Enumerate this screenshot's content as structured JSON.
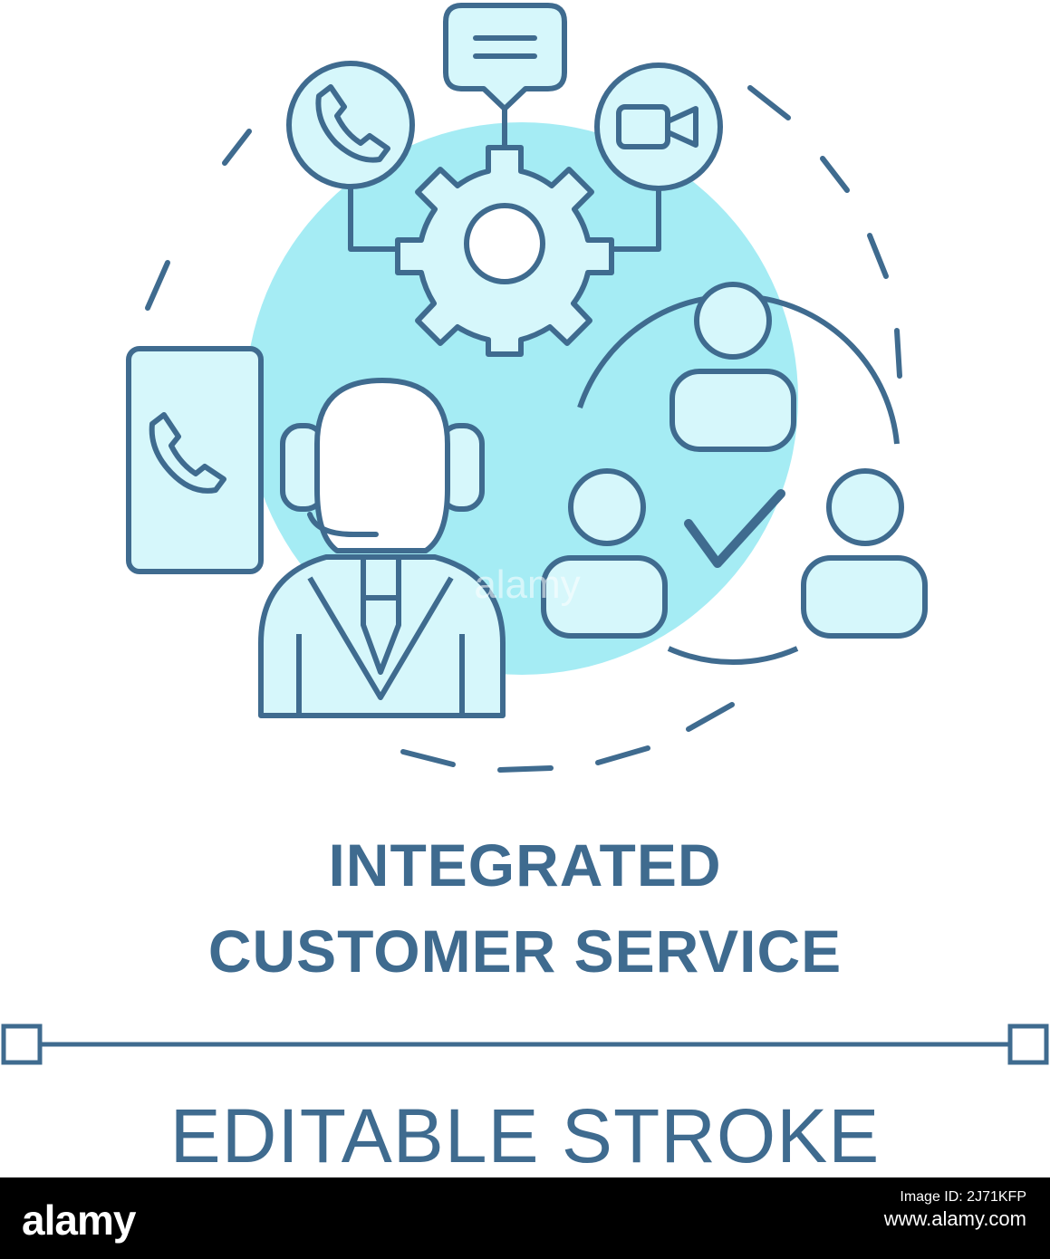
{
  "colors": {
    "stroke": "#3f6b8f",
    "fill_light": "#d6f7fb",
    "fill_mid": "#a5ecf4",
    "background": "#ffffff",
    "footer_bg": "#000000",
    "footer_text": "#ffffff"
  },
  "icons": [
    "phone-icon",
    "chat-bubble-icon",
    "video-camera-icon",
    "gear-icon",
    "mobile-phone-icon",
    "operator-headset-icon",
    "people-group-icon",
    "checkmark-icon"
  ],
  "title_line_1": "INTEGRATED",
  "title_line_2": "CUSTOMER SERVICE",
  "editable_label": "EDITABLE STROKE",
  "watermark": "alamy",
  "footer": {
    "logo": "alamy",
    "image_id_label": "Image ID: 2J71KFP",
    "site": "www.alamy.com"
  }
}
